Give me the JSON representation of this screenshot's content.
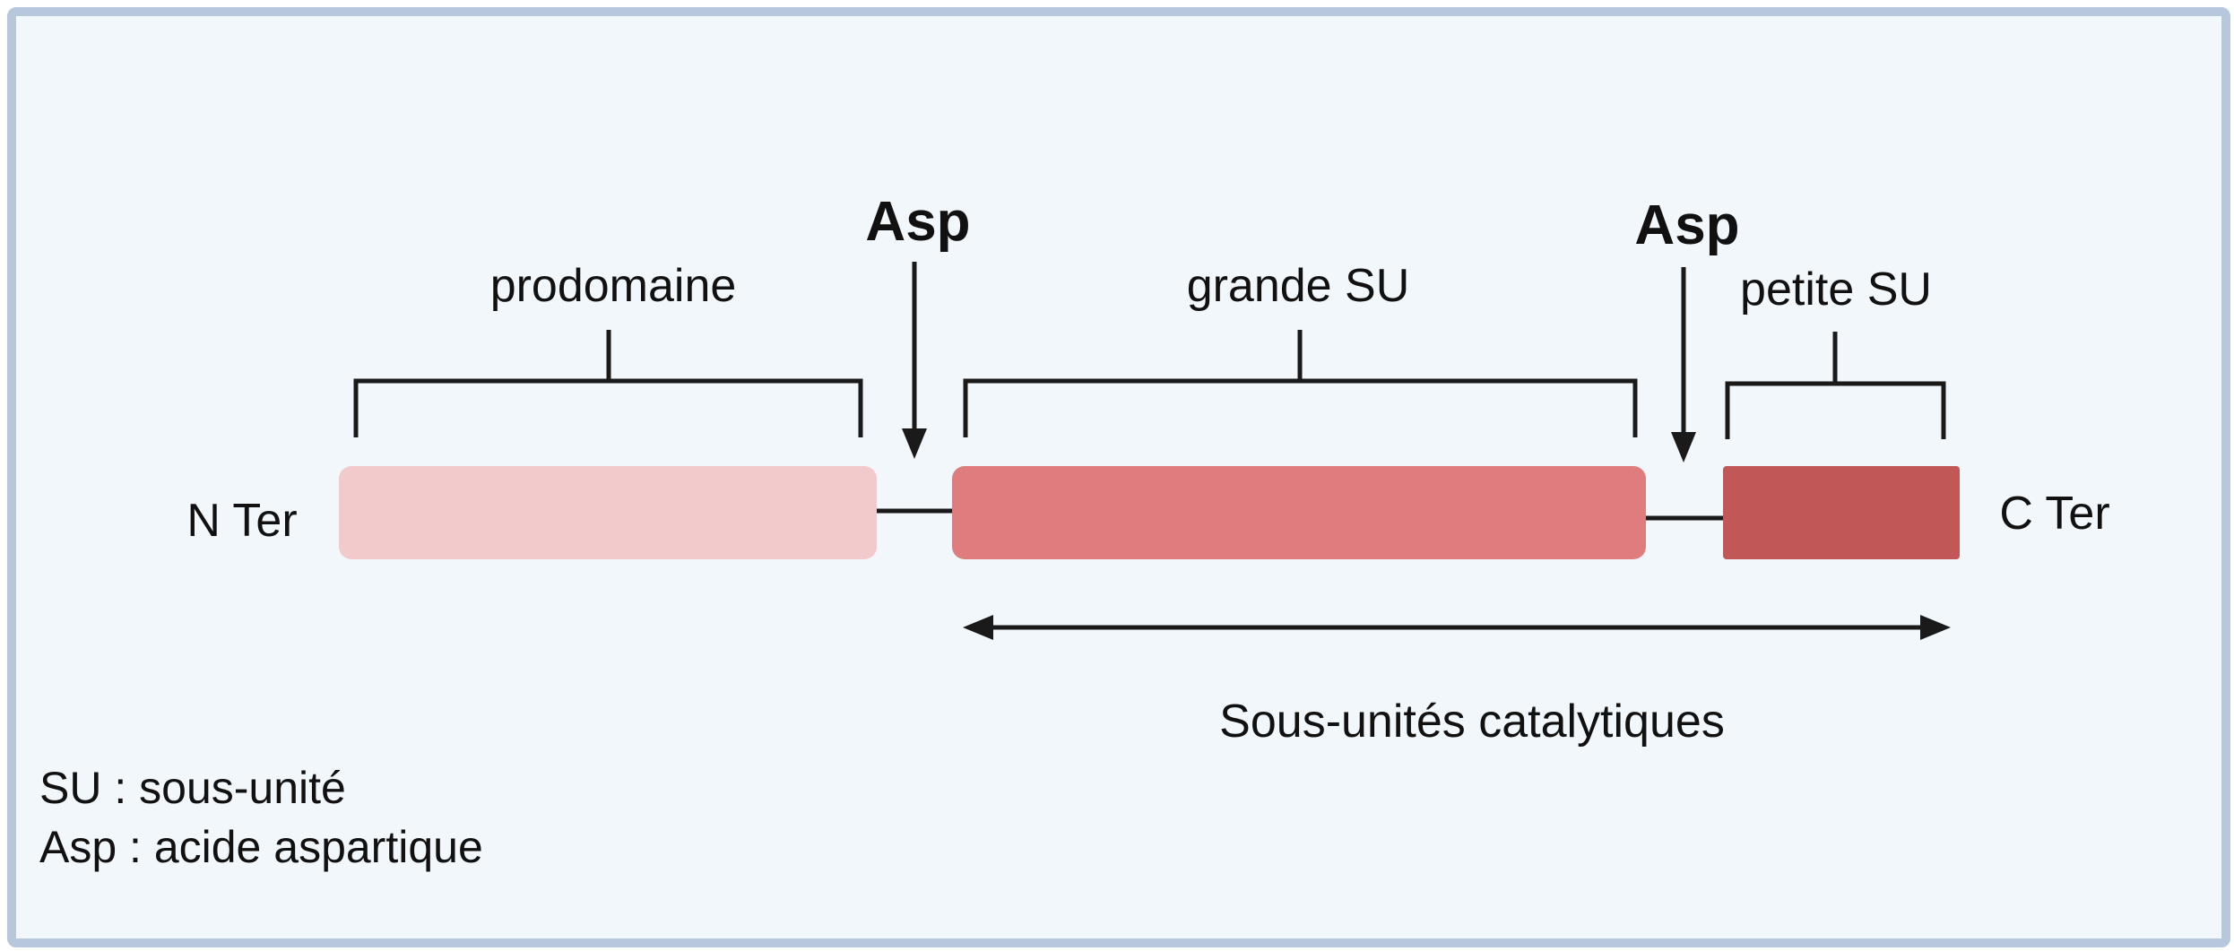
{
  "diagram": {
    "terminus_n": "N Ter",
    "terminus_c": "C Ter",
    "cleavage_sites": [
      "Asp",
      "Asp"
    ],
    "domains": [
      {
        "label": "prodomaine",
        "color": "#f2cacb"
      },
      {
        "label": "grande SU",
        "color": "#df7d7e"
      },
      {
        "label": "petite SU",
        "color": "#c25757"
      }
    ],
    "catalytic_span_label": "Sous-unités catalytiques"
  },
  "legend": {
    "line1": "SU : sous-unité",
    "line2": "Asp : acide aspartique"
  }
}
